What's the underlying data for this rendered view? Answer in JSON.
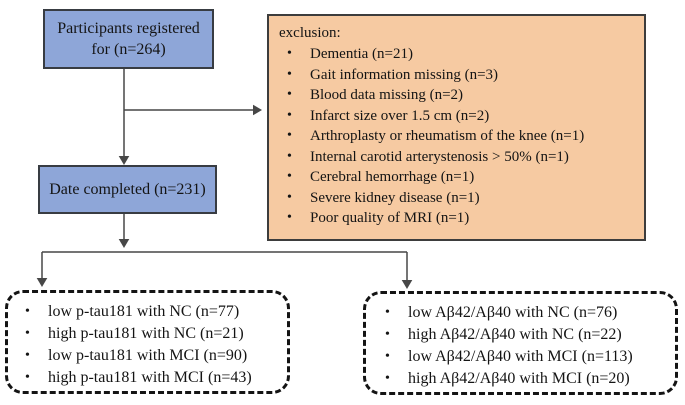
{
  "flow": {
    "registered": {
      "line1": "Participants registered",
      "line2": "for (n=264)"
    },
    "exclusion": {
      "title": "exclusion:",
      "items": [
        "Dementia (n=21)",
        "Gait information missing (n=3)",
        "Blood data missing (n=2)",
        "Infarct size over 1.5 cm (n=2)",
        "Arthroplasty or rheumatism of the knee (n=1)",
        "Internal carotid arterystenosis > 50% (n=1)",
        "Cerebral hemorrhage (n=1)",
        "Severe kidney disease (n=1)",
        "Poor quality of MRI (n=1)"
      ]
    },
    "completed": {
      "label": "Date completed (n=231)"
    },
    "ptau": {
      "items": [
        "low p-tau181 with NC (n=77)",
        "high p-tau181 with NC (n=21)",
        "low p-tau181 with MCI (n=90)",
        "high p-tau181 with MCI (n=43)"
      ]
    },
    "abeta": {
      "items": [
        "low Aβ42/Aβ40 with NC (n=76)",
        "high Aβ42/Aβ40 with NC (n=22)",
        "low Aβ42/Aβ40 with MCI (n=113)",
        "high Aβ42/Aβ40 with MCI (n=20)"
      ]
    },
    "colors": {
      "box_blue": "#8ea6d8",
      "box_orange": "#f6caa2",
      "box_border": "#383c42",
      "dashed_border": "#141414",
      "arrow": "#474747",
      "background": "#ffffff"
    }
  }
}
